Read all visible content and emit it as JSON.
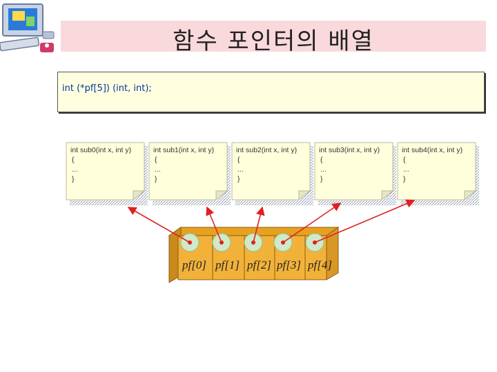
{
  "title": "함수 포인터의 배열",
  "code": "int (*pf[5]) (int, int);",
  "functions": [
    {
      "header": "int sub0(int x, int y)",
      "open": "{",
      "body": "...",
      "close": "}"
    },
    {
      "header": "int sub1(int x, int y)",
      "open": "{",
      "body": "...",
      "close": "}"
    },
    {
      "header": "int sub2(int x, int y)",
      "open": "{",
      "body": "...",
      "close": "}"
    },
    {
      "header": "int sub3(int x, int y)",
      "open": "{",
      "body": "...",
      "close": "}"
    },
    {
      "header": "int sub4(int x, int y)",
      "open": "{",
      "body": "...",
      "close": "}"
    }
  ],
  "array_cells": [
    "pf[0]",
    "pf[1]",
    "pf[2]",
    "pf[3]",
    "pf[4]"
  ],
  "colors": {
    "title_bg": "#f9d9dc",
    "code_bg": "#ffffe0",
    "code_text": "#003399",
    "note_bg": "#ffffdc",
    "box_front": "#f2b23a",
    "box_top": "#e8a020",
    "arrow": "#e02020"
  },
  "icons": [
    "computer-logo-icon"
  ]
}
